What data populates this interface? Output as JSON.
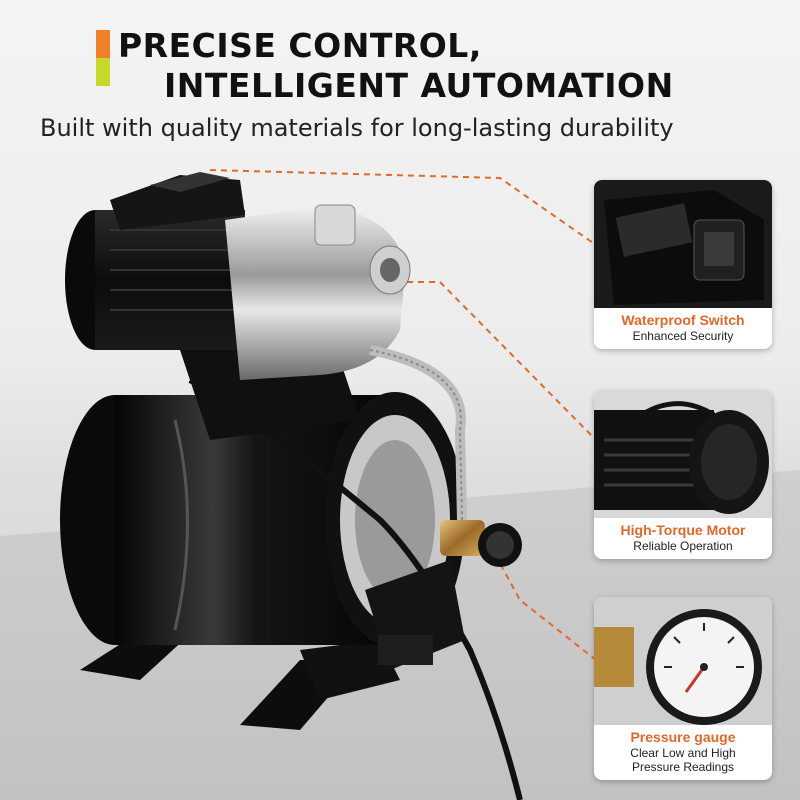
{
  "header": {
    "title_line1": "PRECISE CONTROL,",
    "title_line2": "INTELLIGENT AUTOMATION",
    "subtitle": "Built with quality materials for long-lasting durability"
  },
  "callouts": [
    {
      "title": "Waterproof Switch",
      "subtitle_line1": "Enhanced Security",
      "subtitle_line2": ""
    },
    {
      "title": "High-Torque Motor",
      "subtitle_line1": "Reliable Operation",
      "subtitle_line2": ""
    },
    {
      "title": "Pressure gauge",
      "subtitle_line1": "Clear Low and High",
      "subtitle_line2": "Pressure Readings"
    }
  ],
  "colors": {
    "accent_orange": "#e0682a",
    "accent_green": "#c8d82a",
    "title_text": "#111111"
  }
}
